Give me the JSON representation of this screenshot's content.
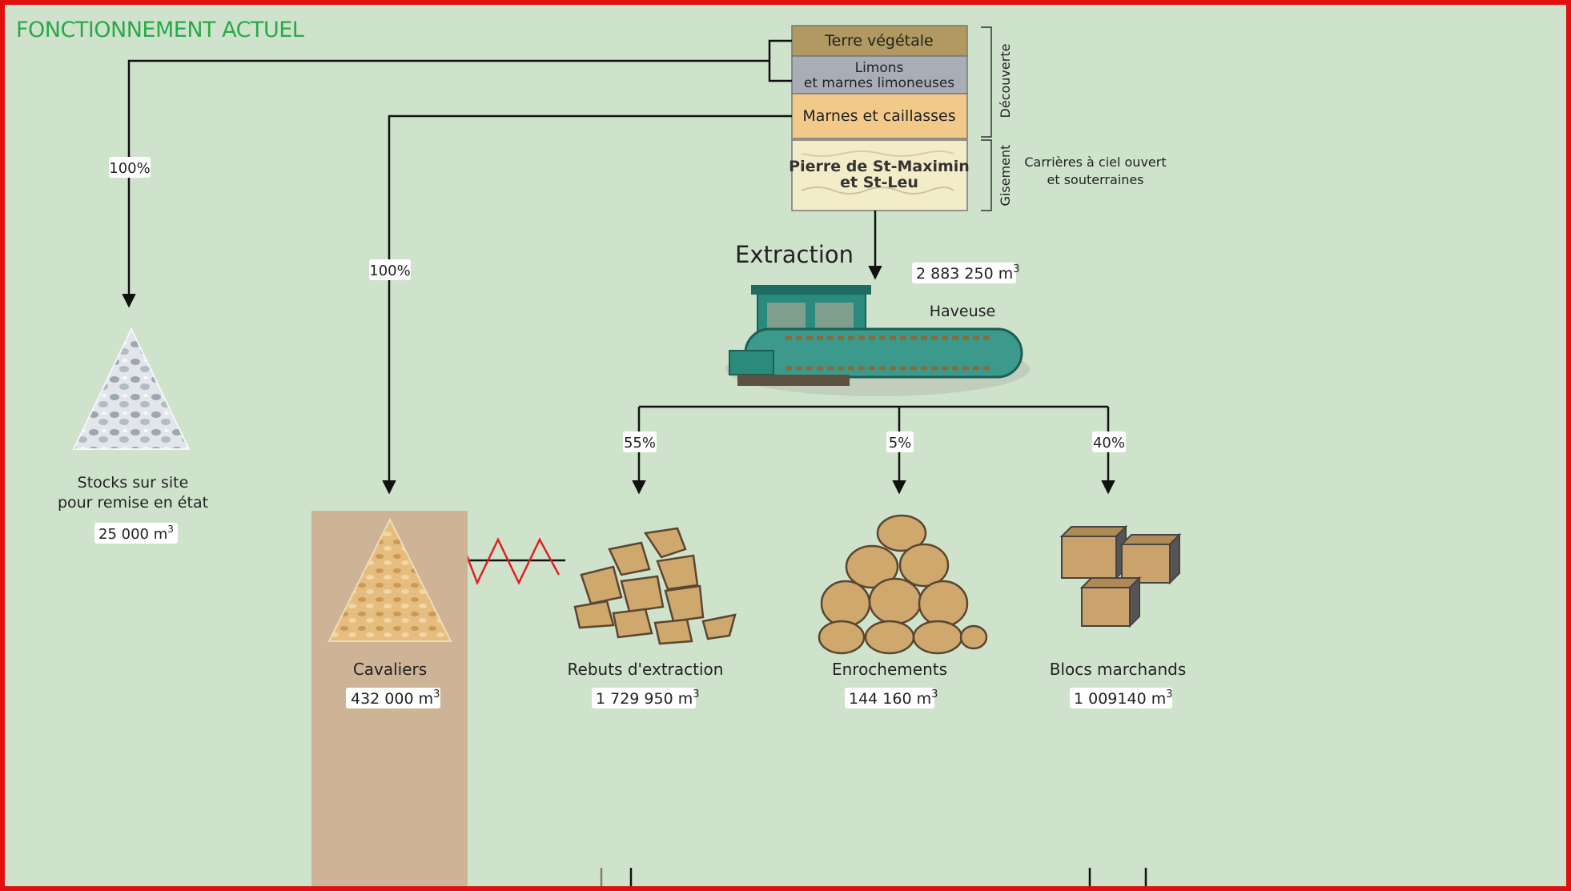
{
  "title": "FONCTIONNEMENT ACTUEL",
  "strata": {
    "terre": "Terre végétale",
    "limons_1": "Limons",
    "limons_2": "et marnes limoneuses",
    "marnes": "Marnes et caillasses",
    "pierre_1": "Pierre de St-Maximin",
    "pierre_2": "et St-Leu",
    "decouverte": "Découverte",
    "gisement": "Gisement",
    "carrieres_1": "Carrières à ciel ouvert",
    "carrieres_2": "et souterraines"
  },
  "extraction": {
    "label": "Extraction",
    "volume": "2 883 250 m",
    "machine": "Haveuse"
  },
  "percentages": {
    "stocks": "100%",
    "cavaliers": "100%",
    "rebuts": "55%",
    "enrochements": "5%",
    "blocs": "40%"
  },
  "outputs": {
    "stocks_1": "Stocks sur site",
    "stocks_2": "pour remise en état",
    "stocks_vol": "25 000 m",
    "cavaliers": "Cavaliers",
    "cavaliers_vol": "432 000 m",
    "rebuts": "Rebuts d'extraction",
    "rebuts_vol": "1 729 950 m",
    "enrochements": "Enrochements",
    "enrochements_vol": "144 160 m",
    "blocs": "Blocs marchands",
    "blocs_vol": "1 009140 m"
  },
  "unit_exponent": "3",
  "colors": {
    "background": "#cfe3cc",
    "border": "#e01010",
    "title": "#2aa84a",
    "terre": "#b09a62",
    "limons": "#a8adb8",
    "marnes": "#f3c98a",
    "pierre": "#f3ecc8",
    "cavaliers_box": "#cdb497",
    "sand": "#e5bd7f",
    "stone": "#cfa86e",
    "machine": "#2f8f80"
  }
}
